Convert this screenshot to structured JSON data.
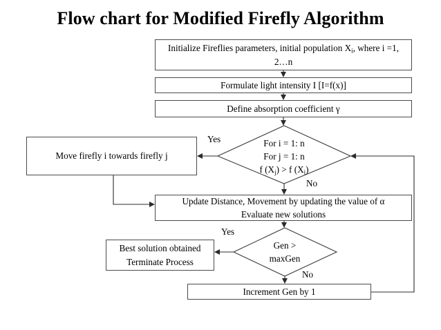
{
  "title": "Flow chart for Modified Firefly Algorithm",
  "diagram": {
    "type": "flowchart",
    "nodes": [
      {
        "id": "initialize",
        "shape": "process",
        "lines": [
          "Initialize Fireflies parameters, initial population Xi, where i =1,",
          "2…n"
        ]
      },
      {
        "id": "formulate-intensity",
        "shape": "process",
        "lines": [
          "Formulate light intensity I [I=f(x)]"
        ]
      },
      {
        "id": "absorption-coefficient",
        "shape": "process",
        "lines": [
          "Define absorption coefficient γ"
        ]
      },
      {
        "id": "move-firefly",
        "shape": "process",
        "lines": [
          "Move firefly i towards firefly j"
        ]
      },
      {
        "id": "loop-decision",
        "shape": "decision",
        "lines": [
          "For i = 1: n",
          "For j = 1: n",
          "f (Xj) > f (Xi)"
        ]
      },
      {
        "id": "update-distance",
        "shape": "process",
        "lines": [
          "Update Distance, Movement by updating the value of α",
          "Evaluate new solutions"
        ]
      },
      {
        "id": "gen-decision",
        "shape": "decision",
        "lines": [
          "Gen >",
          "maxGen"
        ]
      },
      {
        "id": "best-solution",
        "shape": "process",
        "lines": [
          "Best solution obtained",
          "Terminate Process"
        ]
      },
      {
        "id": "increment-gen",
        "shape": "process",
        "lines": [
          "Increment Gen by 1"
        ]
      }
    ],
    "edge_labels": {
      "loop_yes": "Yes",
      "loop_no": "No",
      "gen_yes": "Yes",
      "gen_no": "No"
    },
    "colors": {
      "background": "#ffffff",
      "stroke": "#2b2b2b",
      "box_border": "#4a4a4a",
      "text": "#000000"
    }
  }
}
